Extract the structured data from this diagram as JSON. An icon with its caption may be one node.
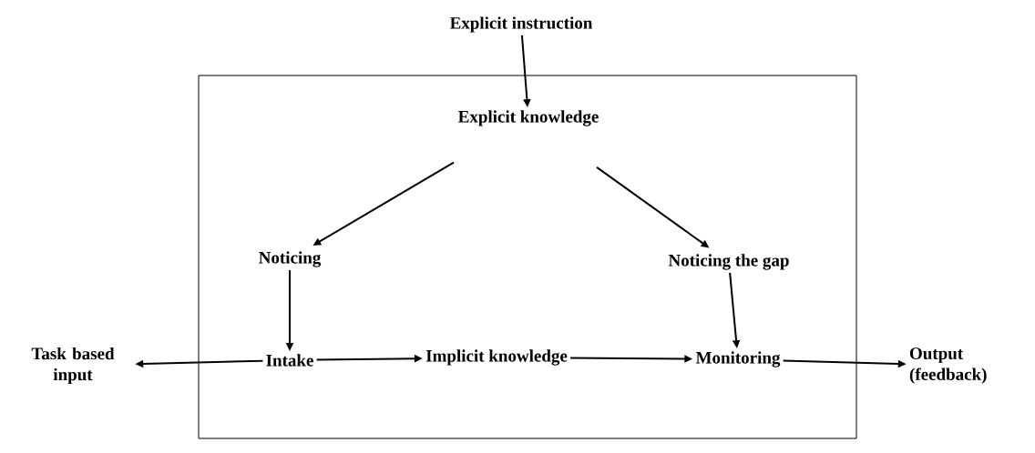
{
  "diagram": {
    "nodes": [
      {
        "text": [
          "Explicit instruction"
        ]
      },
      {
        "text": [],
        "shape": "box"
      },
      {
        "text": [
          "Explicit knowledge"
        ],
        "in": 1
      },
      {
        "text": [
          "Noticing"
        ],
        "in": 1
      },
      {
        "text": [
          "Noticing the gap"
        ],
        "in": 1
      },
      {
        "text": [
          "Task based input"
        ]
      },
      {
        "text": [
          "Intake"
        ],
        "in": 1
      },
      {
        "text": [
          "Implicit knowledge"
        ],
        "in": 1
      },
      {
        "text": [
          "Monitoring"
        ],
        "in": 1
      },
      {
        "text": [
          "Output (feedback)"
        ]
      }
    ],
    "edges": [
      {
        "from": 0,
        "to": 2,
        "arrow": "to"
      },
      {
        "from": 2,
        "to": 3,
        "arrow": "to"
      },
      {
        "from": 2,
        "to": 4,
        "arrow": "to"
      },
      {
        "from": 3,
        "to": 6,
        "arrow": "to"
      },
      {
        "from": 4,
        "to": 8,
        "arrow": "to"
      },
      {
        "from": 6,
        "to": 5,
        "arrow": "to"
      },
      {
        "from": 6,
        "to": 7,
        "arrow": "to"
      },
      {
        "from": 7,
        "to": 8,
        "arrow": "to"
      },
      {
        "from": 8,
        "to": 9,
        "arrow": "to"
      }
    ]
  }
}
